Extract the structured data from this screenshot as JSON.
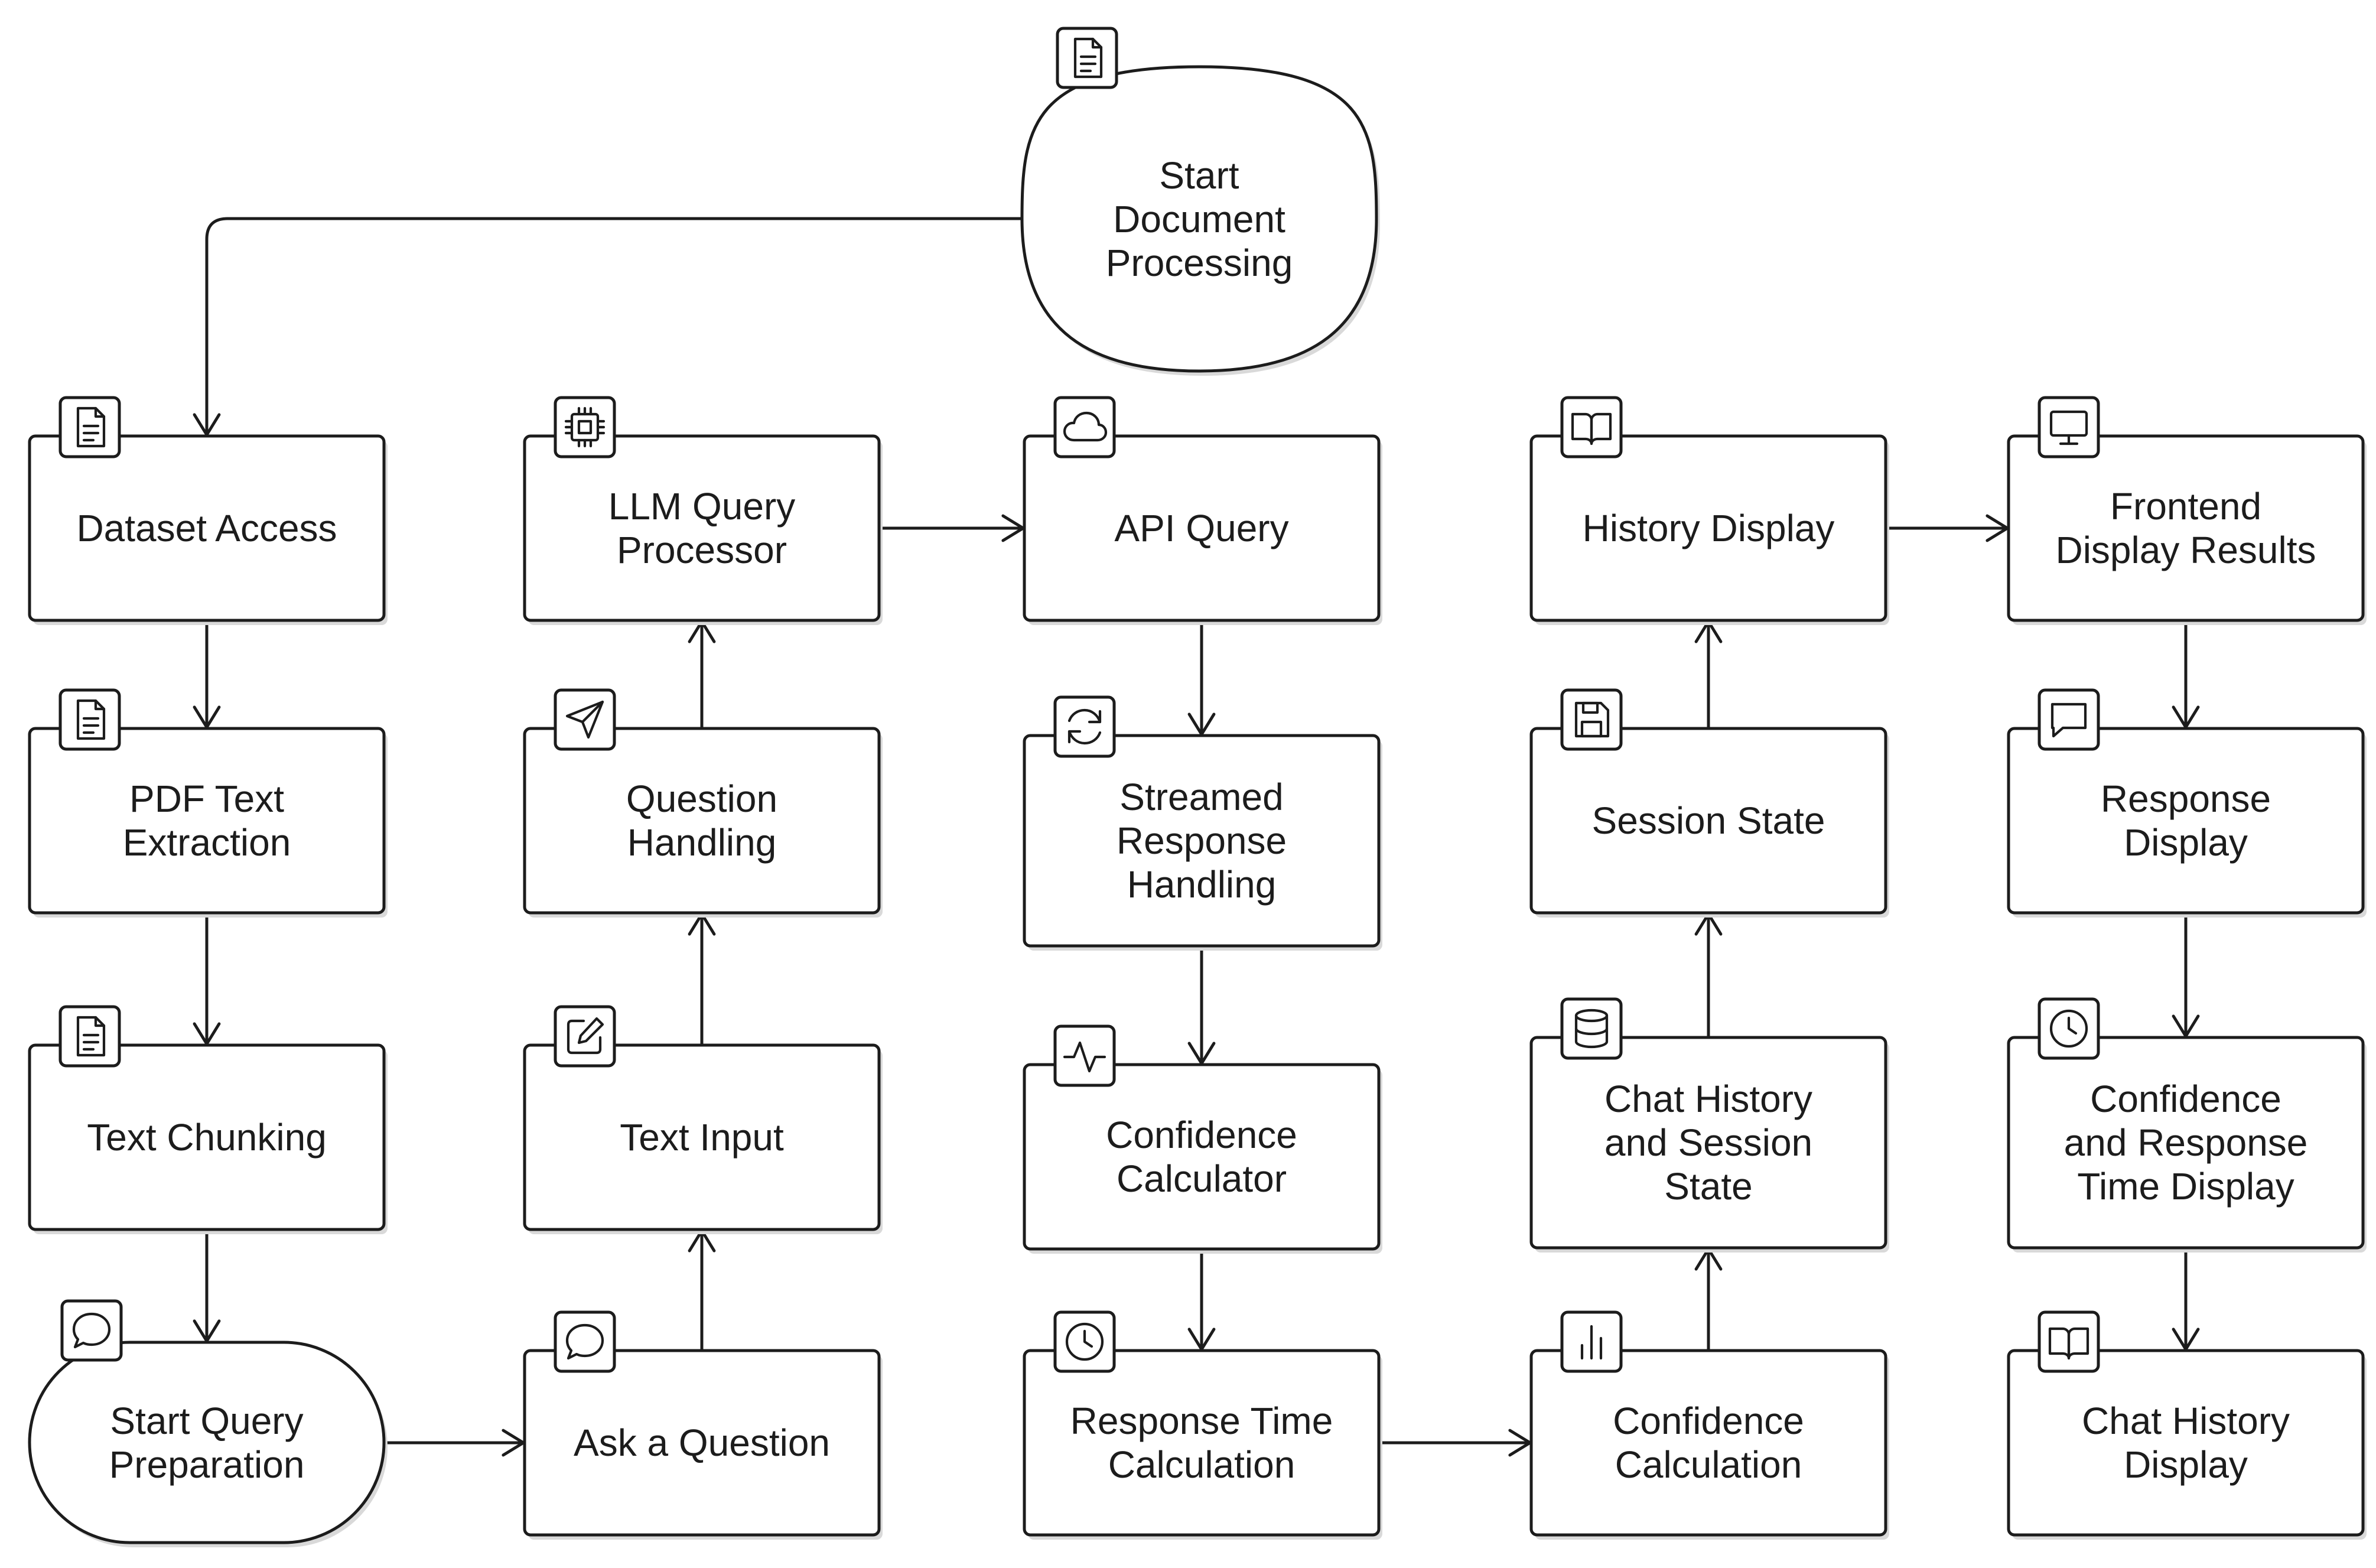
{
  "diagram": {
    "nodes": [
      {
        "id": "start_doc",
        "label": "Start\nDocument\nProcessing",
        "shape": "blob",
        "icon": "document-icon"
      },
      {
        "id": "dataset_access",
        "label": "Dataset Access",
        "shape": "box",
        "icon": "document-icon"
      },
      {
        "id": "pdf_extraction",
        "label": "PDF Text\nExtraction",
        "shape": "box",
        "icon": "document-icon"
      },
      {
        "id": "text_chunking",
        "label": "Text Chunking",
        "shape": "box",
        "icon": "document-icon"
      },
      {
        "id": "start_query",
        "label": "Start Query\nPreparation",
        "shape": "stadium",
        "icon": "chat-icon"
      },
      {
        "id": "llm_query",
        "label": "LLM Query\nProcessor",
        "shape": "box",
        "icon": "cpu-icon"
      },
      {
        "id": "question_handling",
        "label": "Question\nHandling",
        "shape": "box",
        "icon": "send-icon"
      },
      {
        "id": "text_input",
        "label": "Text Input",
        "shape": "box",
        "icon": "edit-icon"
      },
      {
        "id": "ask_question",
        "label": "Ask a Question",
        "shape": "box",
        "icon": "chat-icon"
      },
      {
        "id": "api_query",
        "label": "API Query",
        "shape": "box",
        "icon": "cloud-icon"
      },
      {
        "id": "streamed_response",
        "label": "Streamed\nResponse\nHandling",
        "shape": "box",
        "icon": "refresh-icon"
      },
      {
        "id": "confidence_calculator",
        "label": "Confidence\nCalculator",
        "shape": "box",
        "icon": "activity-icon"
      },
      {
        "id": "response_time_calc",
        "label": "Response Time\nCalculation",
        "shape": "box",
        "icon": "clock-icon"
      },
      {
        "id": "history_display",
        "label": "History Display",
        "shape": "box",
        "icon": "book-icon"
      },
      {
        "id": "session_state",
        "label": "Session State",
        "shape": "box",
        "icon": "save-icon"
      },
      {
        "id": "chat_history_session",
        "label": "Chat History\nand Session\nState",
        "shape": "box",
        "icon": "database-icon"
      },
      {
        "id": "confidence_calculation",
        "label": "Confidence\nCalculation",
        "shape": "box",
        "icon": "bar-chart-icon"
      },
      {
        "id": "frontend_display",
        "label": "Frontend\nDisplay Results",
        "shape": "box",
        "icon": "monitor-icon"
      },
      {
        "id": "response_display",
        "label": "Response\nDisplay",
        "shape": "box",
        "icon": "message-square-icon"
      },
      {
        "id": "confidence_time_display",
        "label": "Confidence\nand Response\nTime Display",
        "shape": "box",
        "icon": "clock-icon"
      },
      {
        "id": "chat_history_display",
        "label": "Chat History\nDisplay",
        "shape": "box",
        "icon": "book-icon"
      }
    ],
    "edges": [
      {
        "from": "start_doc",
        "to": "dataset_access"
      },
      {
        "from": "dataset_access",
        "to": "pdf_extraction"
      },
      {
        "from": "pdf_extraction",
        "to": "text_chunking"
      },
      {
        "from": "text_chunking",
        "to": "start_query"
      },
      {
        "from": "start_query",
        "to": "ask_question"
      },
      {
        "from": "ask_question",
        "to": "text_input"
      },
      {
        "from": "text_input",
        "to": "question_handling"
      },
      {
        "from": "question_handling",
        "to": "llm_query"
      },
      {
        "from": "llm_query",
        "to": "api_query"
      },
      {
        "from": "api_query",
        "to": "streamed_response"
      },
      {
        "from": "streamed_response",
        "to": "confidence_calculator"
      },
      {
        "from": "confidence_calculator",
        "to": "response_time_calc"
      },
      {
        "from": "response_time_calc",
        "to": "confidence_calculation"
      },
      {
        "from": "confidence_calculation",
        "to": "chat_history_session"
      },
      {
        "from": "chat_history_session",
        "to": "session_state"
      },
      {
        "from": "session_state",
        "to": "history_display"
      },
      {
        "from": "history_display",
        "to": "frontend_display"
      },
      {
        "from": "frontend_display",
        "to": "response_display"
      },
      {
        "from": "response_display",
        "to": "confidence_time_display"
      },
      {
        "from": "confidence_time_display",
        "to": "chat_history_display"
      }
    ]
  }
}
